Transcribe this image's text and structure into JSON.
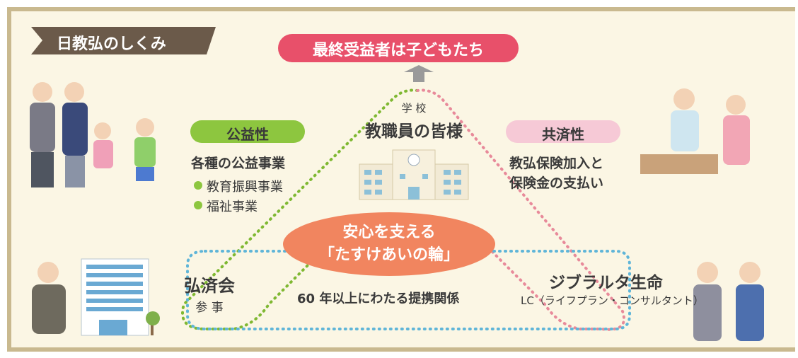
{
  "title_tag": "日教弘のしくみ",
  "top_banner": "最終受益者は子どもたち",
  "school": {
    "small": "学 校",
    "main": "教職員の皆様"
  },
  "public_benefit": {
    "badge": "公益性",
    "heading": "各種の公益事業",
    "items": [
      "教育振興事業",
      "福祉事業"
    ],
    "color": "#8dc63f"
  },
  "mutual_aid": {
    "badge": "共済性",
    "line1": "教弘保険加入と",
    "line2": "保険金の支払い",
    "color": "#f6c9d6"
  },
  "center": {
    "line1": "安心を支える",
    "line2": "「たすけあいの輪」",
    "color": "#f1855f"
  },
  "association": {
    "name": "弘済会",
    "role": "参 事"
  },
  "partner": {
    "name": "ジブラルタ生命",
    "role": "LC（ライフプラン・コンサルタント）"
  },
  "relation": "60 年以上にわたる提携関係",
  "colors": {
    "banner": "#e8506a",
    "green_dots": "#7fb832",
    "pink_dots": "#e88a9a",
    "blue_dots": "#5fb5d8",
    "frame": "#c9b98f"
  }
}
